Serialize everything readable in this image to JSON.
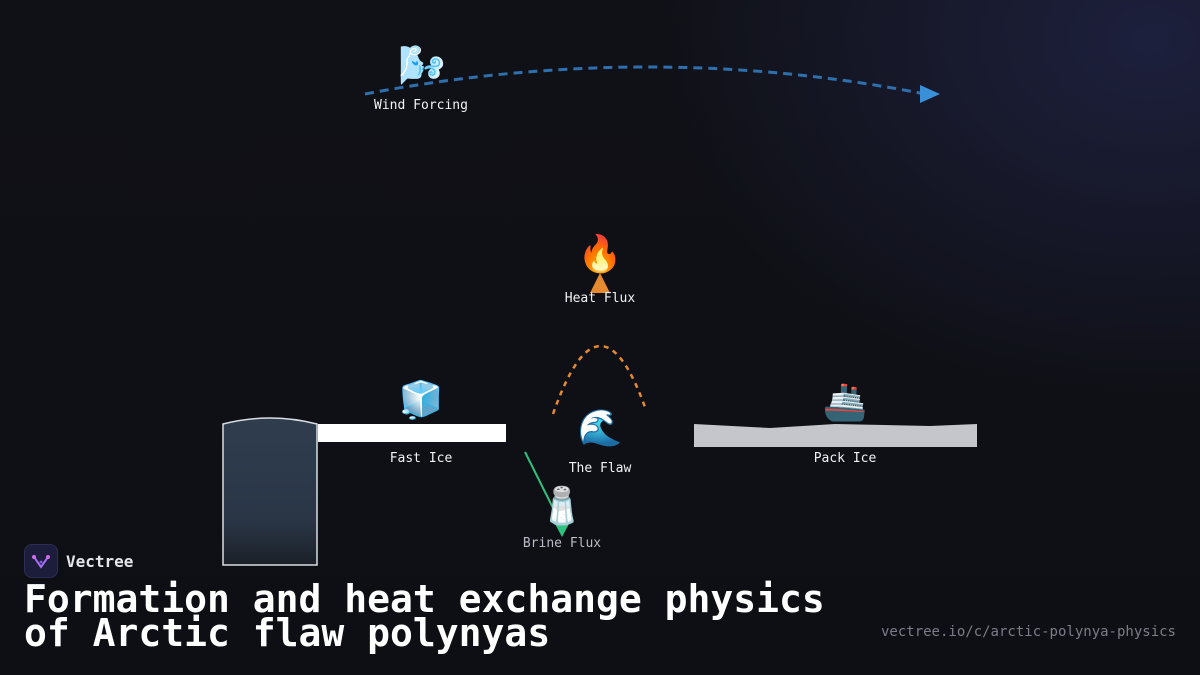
{
  "diagram": {
    "labels": {
      "wind": "Wind Forcing",
      "heat": "Heat Flux",
      "fast_ice": "Fast Ice",
      "flaw": "The Flaw",
      "pack_ice": "Pack Ice",
      "brine": "Brine Flux"
    },
    "icons": {
      "wind": "wind-face-icon",
      "heat": "fire-icon",
      "fast_ice": "ice-cube-icon",
      "flaw": "water-wave-icon",
      "pack_ice": "ship-icon",
      "brine": "salt-shaker-icon"
    },
    "colors": {
      "wind_arrow": "#3a8fd9",
      "heat": "#e58a2e",
      "brine": "#2ec27e",
      "fast_ice": "#ffffff",
      "pack_ice": "#c4c6cc",
      "coast": "#2e3b4c"
    }
  },
  "brand": {
    "name": "Vectree",
    "logo_icon": "vectree-logo-icon"
  },
  "footer": {
    "title": "Formation and heat exchange physics of Arctic flaw polynyas",
    "url": "vectree.io/c/arctic-polynya-physics"
  }
}
